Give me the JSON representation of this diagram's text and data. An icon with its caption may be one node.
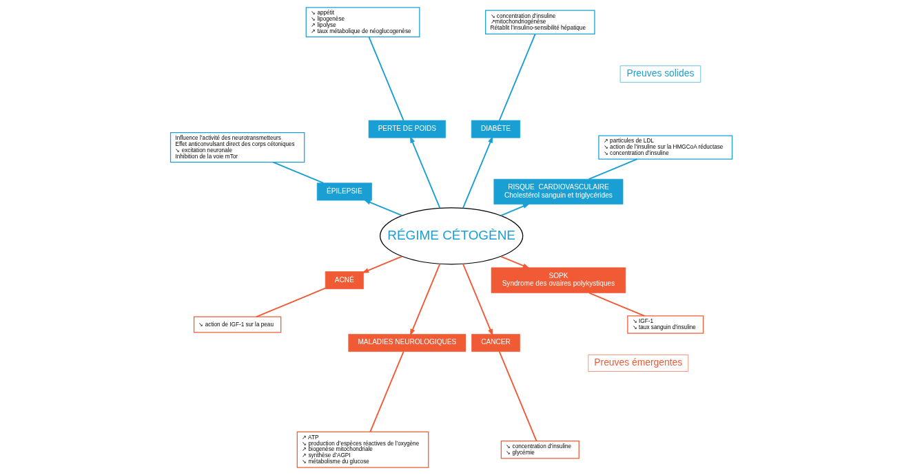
{
  "diagram": {
    "nodes": [
      {
        "text": [
          "RÉGIME CÉTOGÈNE"
        ]
      },
      {
        "text": [
          "Preuves solides"
        ]
      },
      {
        "text": [
          "Preuves émergentes"
        ]
      },
      {
        "text": [
          "RISQUE  CARDIOVASCULAIRE",
          "Cholestérol sanguin et triglycérides"
        ]
      },
      {
        "text": [
          "↗ particules de LDL",
          "↘ action de l’insuline sur la HMGCoA réductase",
          "↘ concentration d’insuline"
        ]
      },
      {
        "text": [
          "DIABÈTE"
        ]
      },
      {
        "text": [
          "↘ concentration d’insuline",
          "↗mitochondriogénèse",
          "Rétablit l’insulino-sensibilité hépatique"
        ]
      },
      {
        "text": [
          "PERTE DE POIDS"
        ]
      },
      {
        "text": [
          "↘ appétit",
          "↘ lipogenèse",
          "↗ lipolyse",
          "↗ taux métabolique de néoglucogenèse"
        ]
      },
      {
        "text": [
          "ÉPILEPSIE"
        ]
      },
      {
        "text": [
          "Influence l’activité des neurotransmetteurs",
          "Effet anticonvulsant direct des corps cétoniques",
          "↘ excitation neuronale",
          "Inhibition de la voie mTor"
        ]
      },
      {
        "text": [
          "ACNÉ"
        ]
      },
      {
        "text": [
          "↘ action de IGF-1 sur la peau"
        ]
      },
      {
        "text": [
          "MALADIES NEUROLOGIQUES"
        ]
      },
      {
        "text": [
          "↗ ATP",
          "↘ production d’espèces réactives de l’oxygène",
          "↗ biogenèse mitochondriale",
          "↗ synthèse d’AGPI",
          "↘ métabolisme du glucose"
        ]
      },
      {
        "text": [
          "CANCER"
        ]
      },
      {
        "text": [
          "↘ concentration d’insuline",
          "↘ glycémie"
        ]
      },
      {
        "text": [
          "SOPK",
          "Syndrome des ovaires polykystiques"
        ]
      },
      {
        "text": [
          "↘ IGF-1",
          "↘ taux sanguin d’insuline"
        ]
      }
    ],
    "edges": [
      {
        "from": 0,
        "to": 3,
        "arrow": "to"
      },
      {
        "from": 3,
        "to": 4,
        "arrow": "none"
      },
      {
        "from": 0,
        "to": 5,
        "arrow": "to"
      },
      {
        "from": 5,
        "to": 6,
        "arrow": "none"
      },
      {
        "from": 0,
        "to": 7,
        "arrow": "to"
      },
      {
        "from": 7,
        "to": 8,
        "arrow": "none"
      },
      {
        "from": 0,
        "to": 9,
        "arrow": "to"
      },
      {
        "from": 9,
        "to": 10,
        "arrow": "none"
      },
      {
        "from": 0,
        "to": 11,
        "arrow": "to",
        "color": "#f05a35"
      },
      {
        "from": 11,
        "to": 12,
        "arrow": "none",
        "color": "#f05a35"
      },
      {
        "from": 0,
        "to": 13,
        "arrow": "to",
        "color": "#f05a35"
      },
      {
        "from": 13,
        "to": 14,
        "arrow": "none",
        "color": "#f05a35"
      },
      {
        "from": 0,
        "to": 15,
        "arrow": "to",
        "color": "#f05a35"
      },
      {
        "from": 15,
        "to": 16,
        "arrow": "none",
        "color": "#f05a35"
      },
      {
        "from": 0,
        "to": 17,
        "arrow": "to",
        "color": "#f05a35"
      },
      {
        "from": 17,
        "to": 18,
        "arrow": "none",
        "color": "#f05a35"
      }
    ]
  }
}
